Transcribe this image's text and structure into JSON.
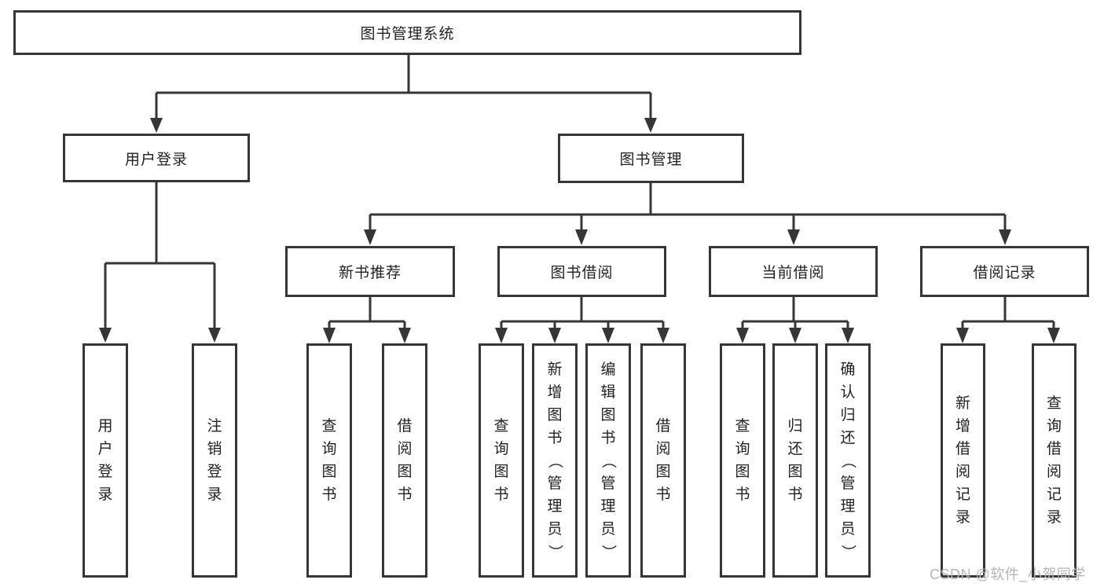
{
  "colors": {
    "line": "#363636",
    "border": "#363636",
    "text": "#222222",
    "box_bg": "#ffffff",
    "watermark": "#b4b4b4"
  },
  "tree": {
    "label": "图书管理系统",
    "children": [
      {
        "label": "用户登录",
        "children": [
          {
            "label": "用户登录"
          },
          {
            "label": "注销登录"
          }
        ]
      },
      {
        "label": "图书管理",
        "children": [
          {
            "label": "新书推荐",
            "children": [
              {
                "label": "查询图书"
              },
              {
                "label": "借阅图书"
              }
            ]
          },
          {
            "label": "图书借阅",
            "children": [
              {
                "label": "查询图书"
              },
              {
                "label": "新增图书（管理员）"
              },
              {
                "label": "编辑图书（管理员）"
              },
              {
                "label": "借阅图书"
              }
            ]
          },
          {
            "label": "当前借阅",
            "children": [
              {
                "label": "查询图书"
              },
              {
                "label": "归还图书"
              },
              {
                "label": "确认归还（管理员）"
              }
            ]
          },
          {
            "label": "借阅记录",
            "children": [
              {
                "label": "新增借阅记录"
              },
              {
                "label": "查询借阅记录"
              }
            ]
          }
        ]
      }
    ]
  },
  "watermark": {
    "text": "CSDN @软件_小贺同学"
  }
}
